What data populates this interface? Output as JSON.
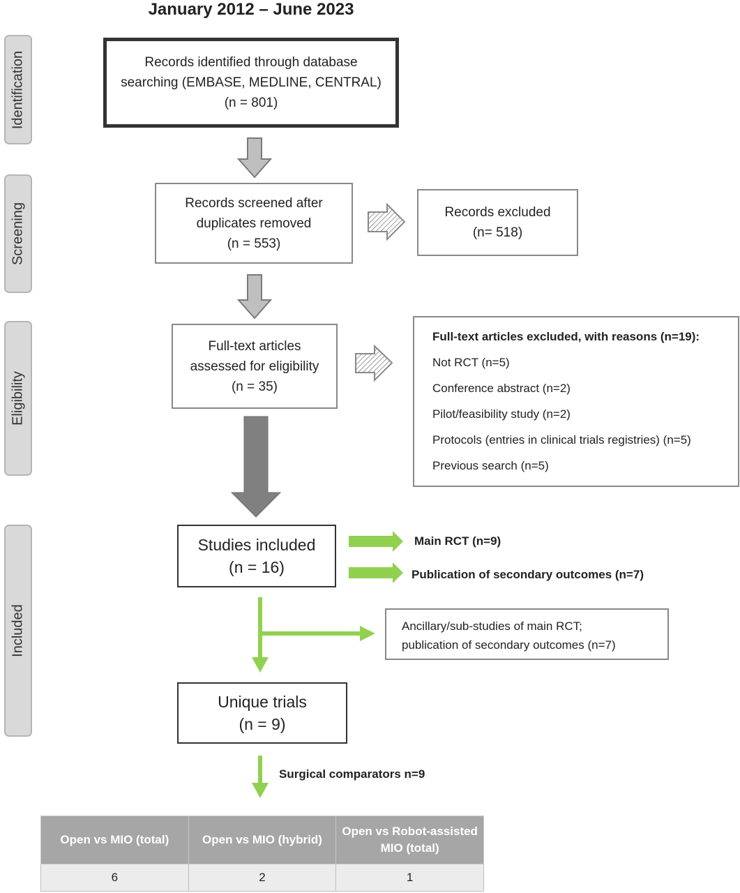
{
  "title": "January 2012 – June 2023",
  "stages": {
    "identification": "Identification",
    "screening": "Screening",
    "eligibility": "Eligibility",
    "included": "Included"
  },
  "boxes": {
    "identified": {
      "line1": "Records identified through database",
      "line2": "searching (EMBASE, MEDLINE, CENTRAL)",
      "line3": "(n = 801)"
    },
    "screened": {
      "line1": "Records screened after",
      "line2": "duplicates removed",
      "line3": "(n = 553)"
    },
    "excluded": {
      "line1": "Records excluded",
      "line2": "(n= 518)"
    },
    "fulltext": {
      "line1": "Full-text articles",
      "line2": "assessed for eligibility",
      "line3": "(n = 35)"
    },
    "reasons": {
      "heading": "Full-text articles excluded, with reasons (n=19):",
      "items": [
        "Not RCT (n=5)",
        "Conference abstract (n=2)",
        "Pilot/feasibility study (n=2)",
        "Protocols (entries in clinical trials registries) (n=5)",
        "Previous search (n=5)"
      ]
    },
    "included": {
      "line1": "Studies included",
      "line2": "(n = 16)"
    },
    "ancillary": {
      "line1": "Ancillary/sub-studies of main RCT;",
      "line2": "publication of secondary outcomes (n=7)"
    },
    "unique": {
      "line1": "Unique trials",
      "line2": "(n = 9)"
    }
  },
  "labels": {
    "main_rct": "Main RCT (n=9)",
    "secondary": "Publication of secondary outcomes (n=7)",
    "comparators": "Surgical comparators n=9"
  },
  "table": {
    "headers": [
      "Open vs MIO (total)",
      "Open vs MIO (hybrid)",
      "Open vs Robot-assisted MIO (total)"
    ],
    "values": [
      "6",
      "2",
      "1"
    ]
  },
  "colors": {
    "green": "#92d050",
    "gray_arrow": "#bfbfbf",
    "dark_arrow": "#808080"
  }
}
